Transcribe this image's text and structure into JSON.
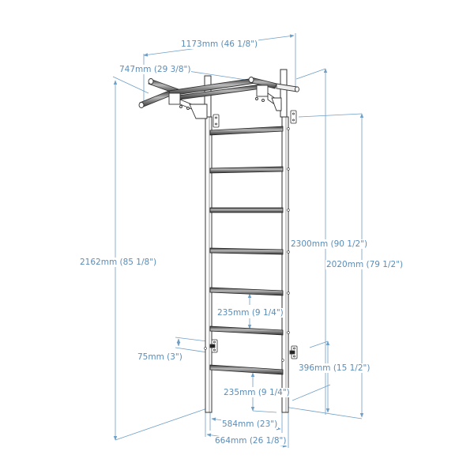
{
  "diagram": {
    "subject": "Wall bars ladder with pull-up bar",
    "colors": {
      "dimension": "#6f9fc6",
      "dimension_text": "#5b8db8",
      "line": "#333333",
      "rung_dark": "#444444",
      "rung_light": "#9a9a9a",
      "background": "#ffffff"
    },
    "dimensions": {
      "overall_width_pullup": "1173mm (46 1/8\")",
      "pullup_depth": "747mm (29 3/8\")",
      "overall_height_floor": "2162mm (85 1/8\")",
      "overall_height_top": "2300mm (90 1/2\")",
      "ladder_height": "2020mm (79 1/2\")",
      "rung_spacing_upper": "235mm (9 1/4\")",
      "rung_spacing_lower": "235mm (9 1/4\")",
      "bracket_offset": "75mm (3\")",
      "bottom_bracket_height": "396mm (15 1/2\")",
      "inner_width": "584mm (23\")",
      "outer_width": "664mm (26 1/8\")"
    },
    "rungs": [
      168,
      216,
      266,
      316,
      368,
      416,
      466
    ]
  }
}
